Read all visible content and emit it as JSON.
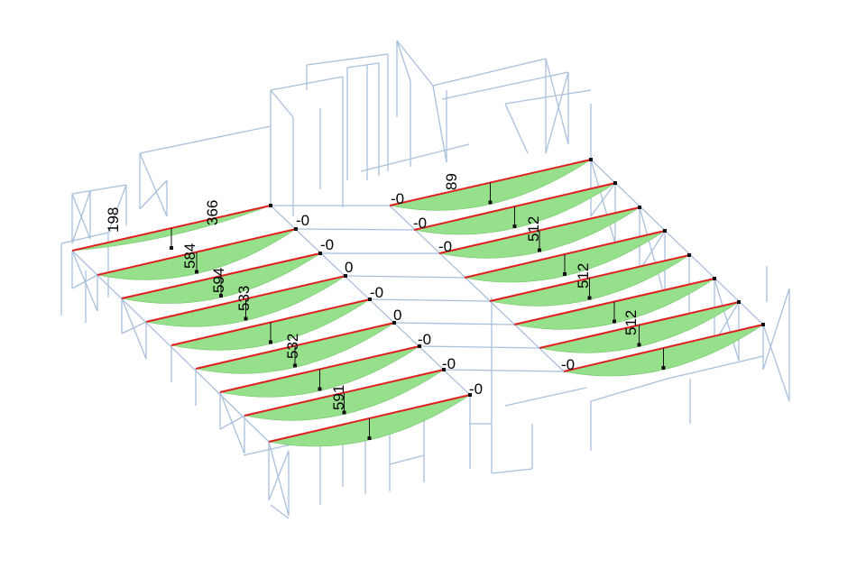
{
  "diagram": {
    "labels": [
      "198",
      "366",
      "584",
      "594",
      "533",
      "532",
      "591",
      "89",
      "512",
      "512",
      "512",
      "-0",
      "-0",
      "0",
      "-0",
      "0",
      "-0",
      "-0",
      "-0",
      "-0",
      "-0",
      "-0",
      "-0"
    ],
    "colors": {
      "frame": "#a9c0dc",
      "member": "#e02020",
      "diagram_fill": "#96e08c",
      "node": "#111111"
    }
  }
}
